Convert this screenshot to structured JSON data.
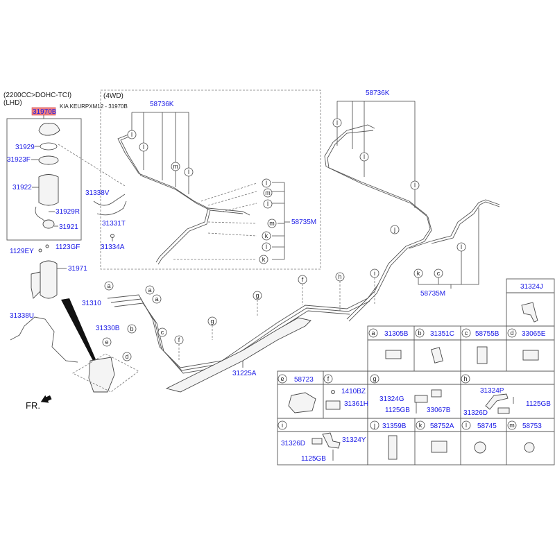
{
  "header": {
    "engine": "(2200CC>DOHC-TCI)",
    "drive_side": "(LHD)",
    "catalog_ref": "KIA KEURPXM12 - 31970B",
    "drive_type": "(4WD)"
  },
  "highlight_color": "#f08080",
  "left_assembly": {
    "title_part": "31970B",
    "parts": [
      "31929",
      "31923F",
      "31922",
      "31929R",
      "31921"
    ]
  },
  "labels": {
    "p31338V": "31338V",
    "p31331T": "31331T",
    "p31334A": "31334A",
    "p58736K_left": "58736K",
    "p58735M_left": "58735M",
    "p58736K_right": "58736K",
    "p58735M_right": "58735M",
    "p1129EY": "1129EY",
    "p1123GF": "1123GF",
    "p31971": "31971",
    "p31338U": "31338U",
    "p31310": "31310",
    "p31330B": "31330B",
    "p31225A": "31225A",
    "front": "FR."
  },
  "callouts": {
    "a": "a",
    "b": "b",
    "c": "c",
    "d": "d",
    "e": "e",
    "f": "f",
    "g": "g",
    "h": "h",
    "i": "i",
    "j": "j",
    "k": "k",
    "l": "l",
    "m": "m"
  },
  "table": {
    "top_cell": "31324J",
    "row1": [
      {
        "letter": "a",
        "part": "31305B"
      },
      {
        "letter": "b",
        "part": "31351C"
      },
      {
        "letter": "c",
        "part": "58755B"
      },
      {
        "letter": "d",
        "part": "33065E"
      }
    ],
    "row2": {
      "e": {
        "letter": "e",
        "part": "58723"
      },
      "f": {
        "letter": "f",
        "parts": [
          "1410BZ",
          "31361H"
        ]
      },
      "g": {
        "letter": "g",
        "parts": [
          "31324G",
          "1125GB",
          "33067B"
        ]
      },
      "h": {
        "letter": "h",
        "parts": [
          "31324P",
          "1125GB",
          "31326D"
        ]
      }
    },
    "row3": {
      "i": {
        "letter": "i",
        "parts": [
          "31326D",
          "31324Y",
          "1125GB"
        ]
      },
      "j": {
        "letter": "j",
        "part": "31359B"
      },
      "k": {
        "letter": "k",
        "part": "58752A"
      },
      "l": {
        "letter": "l",
        "part": "58745"
      },
      "m": {
        "letter": "m",
        "part": "58753"
      }
    }
  }
}
